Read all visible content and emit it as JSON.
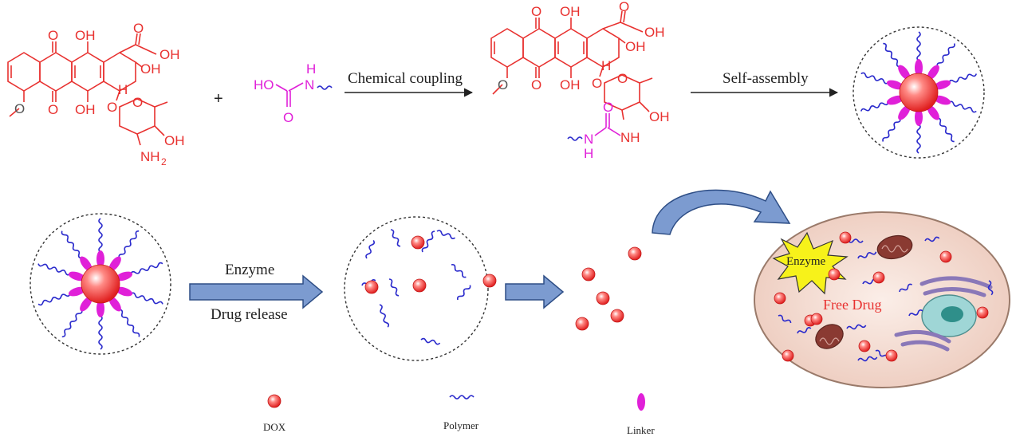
{
  "steps": {
    "coupling": "Chemical coupling",
    "assembly": "Self-assembly",
    "enzyme": "Enzyme",
    "release": "Drug release"
  },
  "plus": "+",
  "cell": {
    "enzyme_label": "Enzyme",
    "free_drug_label": "Free Drug"
  },
  "legend": [
    {
      "label": "DOX"
    },
    {
      "label": "Polymer"
    },
    {
      "label": "Linker"
    }
  ],
  "atoms": {
    "o": "O",
    "oh": "OH",
    "h": "H",
    "n": "N",
    "nh": "NH",
    "ho": "HO",
    "nh2": "NH",
    "sub2": "2"
  },
  "colors": {
    "dox": "#e8312f",
    "linker": "#e020d8",
    "polymer": "#2a2acc",
    "arrow_fill": "#7c9bd0",
    "arrow_stroke": "#2e4e86",
    "cell_fill": "#f4ddd3",
    "cell_stroke": "#9a7a6a",
    "enzyme_star": "#f7f21a",
    "mito": "#8a3a32",
    "golgi": "#8a78b8",
    "nucleus": "#9fd6d6",
    "nucleolus": "#2f8f8a",
    "dashed": "#333333"
  }
}
